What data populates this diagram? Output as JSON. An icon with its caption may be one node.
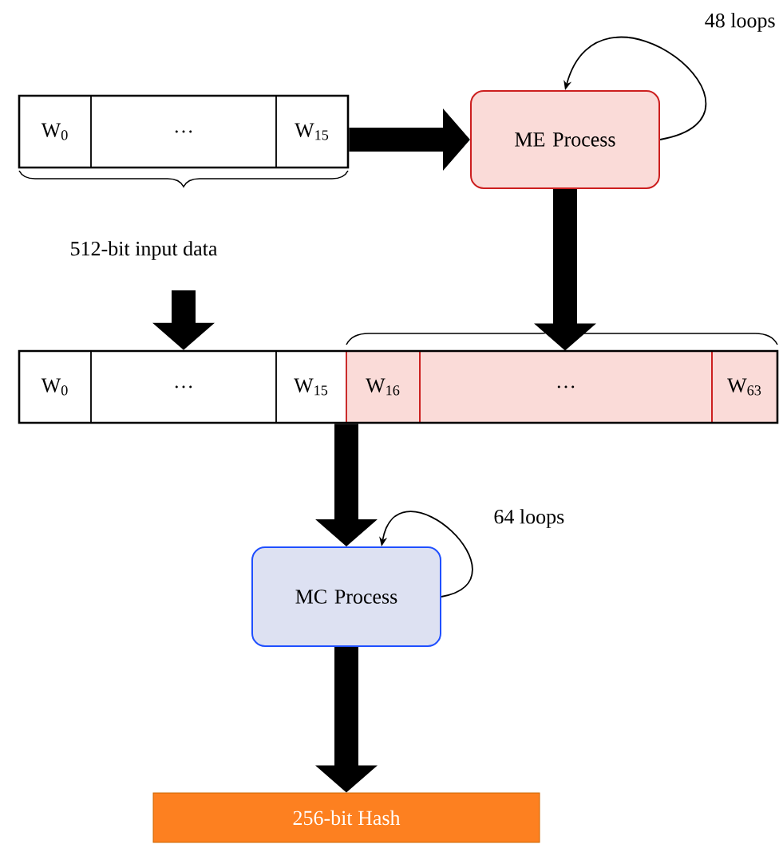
{
  "diagram": {
    "nodes": [
      {
        "text": [],
        "shape": "box",
        "beside": [
          "512-bit input data"
        ]
      },
      {
        "text": [
          "W$_{0}$"
        ],
        "in": 0
      },
      {
        "text": [
          "…"
        ],
        "in": 0
      },
      {
        "text": [
          "W$_{15}$"
        ],
        "in": 0
      },
      {
        "text": [
          "ME Process"
        ]
      },
      {
        "text": [],
        "shape": "box"
      },
      {
        "text": [
          "W$_{0}$"
        ],
        "in": 5
      },
      {
        "text": [
          "…"
        ],
        "in": 5
      },
      {
        "text": [
          "W$_{15}$"
        ],
        "in": 5
      },
      {
        "text": [],
        "shape": "box",
        "in": 5
      },
      {
        "text": [
          "W$_{16}$"
        ],
        "in": 9
      },
      {
        "text": [
          "…"
        ],
        "in": 9
      },
      {
        "text": [
          "W$_{63}$"
        ],
        "in": 9
      },
      {
        "text": [
          "MC Process"
        ]
      },
      {
        "text": [
          "256-bit Hash"
        ]
      }
    ],
    "edges": [
      {
        "from": 0,
        "to": 4,
        "arrow": "to"
      },
      {
        "from": 4,
        "to": 4,
        "arrow": "to",
        "label": "48 loops"
      },
      {
        "from": 4,
        "to": 9,
        "arrow": "to"
      },
      {
        "from": null,
        "to": 5,
        "arrow": "to"
      },
      {
        "from": 5,
        "to": 13,
        "arrow": "to"
      },
      {
        "from": 13,
        "to": 13,
        "arrow": "to",
        "label": "64 loops"
      },
      {
        "from": 13,
        "to": 14,
        "arrow": "to"
      }
    ]
  }
}
